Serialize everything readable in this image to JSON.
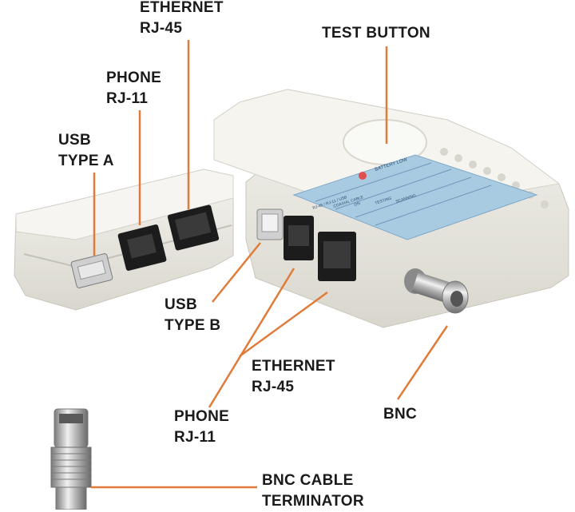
{
  "labels": {
    "ethernet_top": {
      "line1": "ETHERNET",
      "line2": "RJ-45"
    },
    "test_button": {
      "line1": "TEST BUTTON"
    },
    "phone_top": {
      "line1": "PHONE",
      "line2": "RJ-11"
    },
    "usb_a": {
      "line1": "USB",
      "line2": "TYPE A"
    },
    "usb_b": {
      "line1": "USB",
      "line2": "TYPE B"
    },
    "ethernet_bottom": {
      "line1": "ETHERNET",
      "line2": "RJ-45"
    },
    "bnc": {
      "line1": "BNC"
    },
    "phone_bottom": {
      "line1": "PHONE",
      "line2": "RJ-11"
    },
    "terminator": {
      "line1": "BNC CABLE",
      "line2": "TERMINATOR"
    }
  },
  "device_panel": {
    "battery": "BATTERY LOW",
    "rows": [
      "RJ-45 / RJ-11 / USB",
      "COAXIAL CABLE",
      "ON",
      "TESTING",
      "SCANNING"
    ]
  },
  "colors": {
    "leader_line": "#e07b39",
    "device_body": "#ecebe3",
    "panel_blue": "#a9cbe2",
    "label_text": "#1a1a1a"
  }
}
